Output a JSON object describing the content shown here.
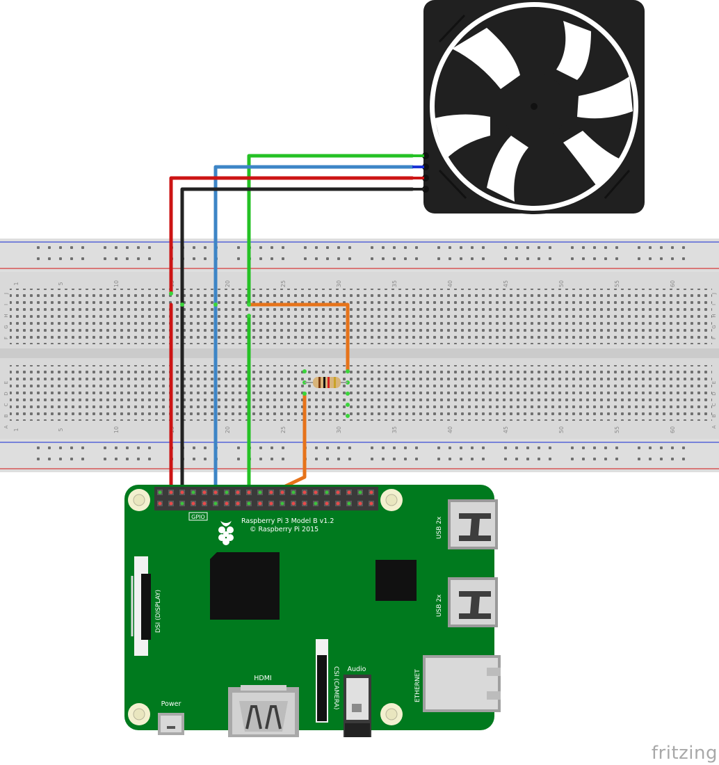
{
  "watermark": "fritzing",
  "breadboard": {
    "column_numbers": [
      "1",
      "5",
      "10",
      "15",
      "20",
      "25",
      "30",
      "35",
      "40",
      "45",
      "50",
      "55",
      "60"
    ],
    "rows_top": [
      "J",
      "I",
      "H",
      "G",
      "F"
    ],
    "rows_bottom": [
      "E",
      "D",
      "C",
      "B",
      "A"
    ]
  },
  "pi": {
    "title": "Raspberry Pi 3 Model B v1.2",
    "copyright": "© Raspberry Pi 2015",
    "gpio_label": "GPIO",
    "usb_label": "USB 2x",
    "ethernet_label": "ETHERNET",
    "dsi_label": "DSI (DISPLAY)",
    "csi_label": "CSI (CAMERA)",
    "audio_label": "Audio",
    "hdmi_label": "HDMI",
    "power_label": "Power"
  },
  "colors": {
    "wire_red": "#cc1414",
    "wire_black": "#222222",
    "wire_blue": "#3d85c6",
    "wire_green": "#25c125",
    "wire_orange": "#e6731a",
    "pcb_green": "#007a1e",
    "breadboard": "#dcdcdc"
  },
  "icons": {
    "fan": "cooling-fan-icon",
    "logo": "raspberry-logo-icon",
    "resistor": "resistor-icon"
  }
}
